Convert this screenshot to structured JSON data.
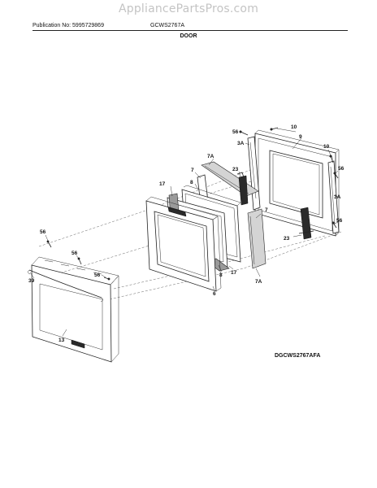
{
  "header": {
    "watermark": "AppliancePartsPros.com",
    "publication": "Publication No: 5995729869",
    "model": "GCWS2767A"
  },
  "section_title": "DOOR",
  "diagram_code": "DGCWS2767AFA",
  "callouts": {
    "inner_door_frame": "9",
    "top_screw": "10",
    "right_screw": "10",
    "top_left_screw": "56",
    "right_upper_screw": "56",
    "right_lower_screw": "56",
    "left_channel": "3A",
    "right_channel": "3A",
    "upper_insulation": "7A",
    "lower_insulation": "7A",
    "left_insulation": "7",
    "right_insulation": "7",
    "upper_hinge": "23",
    "lower_hinge": "23",
    "inner_glass": "8",
    "inner_glass_lower": "8",
    "glass_pack_left": "17",
    "glass_pack_lower": "17",
    "window_frame": "6",
    "outer_door_left_screw": "56",
    "outer_door_mid_screw": "56",
    "outer_door_right_screw": "56",
    "door_handle": "39",
    "outer_door_panel": "13"
  }
}
